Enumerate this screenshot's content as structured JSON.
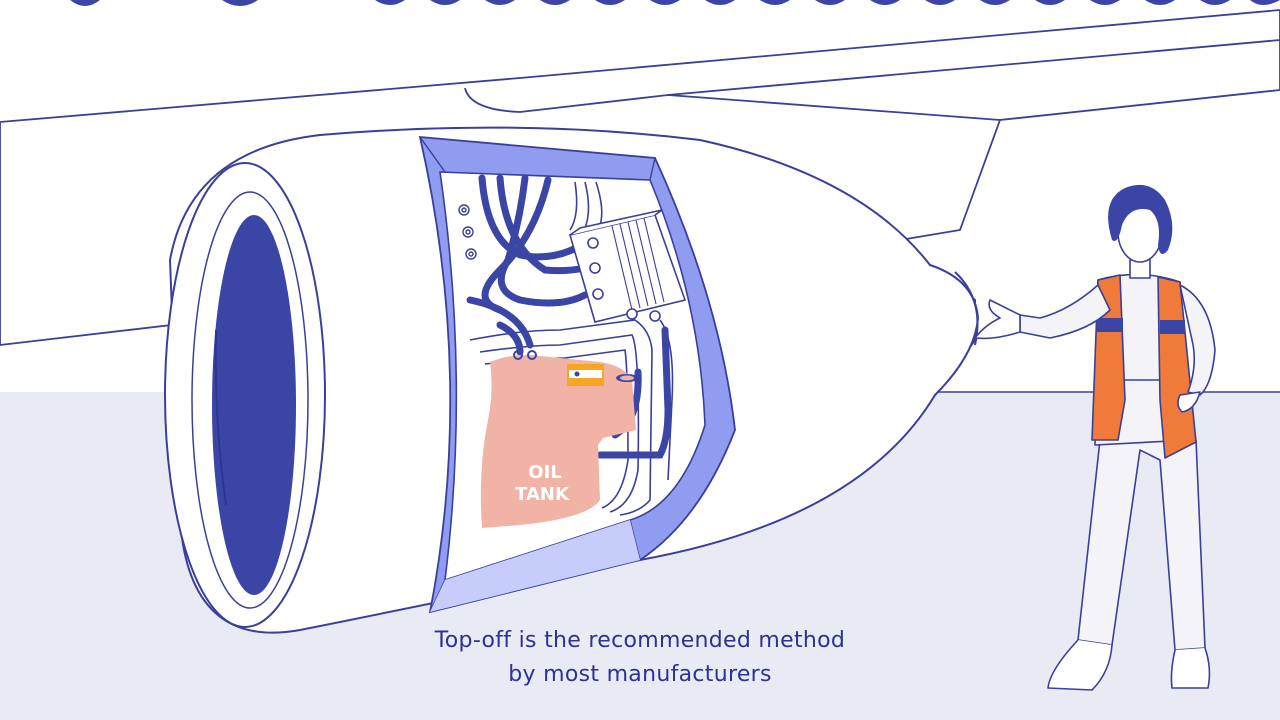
{
  "scene": {
    "tank_label_line1": "OIL",
    "tank_label_line2": "TANK"
  },
  "caption": {
    "line1": "Top-off is the recommended method",
    "line2": "by most manufacturers"
  },
  "colors": {
    "ink": "#3a3f9a",
    "ground": "#e9ebf4",
    "intake": "#3b45a6",
    "nacelle_frame": "#8f9cf0",
    "oil_tank": "#f0b3a6",
    "vest": "#f07a3a",
    "hair": "#3b45a6"
  },
  "icons": [
    "hose-icon",
    "junction-box-icon",
    "fastener-icon",
    "warning-sticker-icon"
  ]
}
